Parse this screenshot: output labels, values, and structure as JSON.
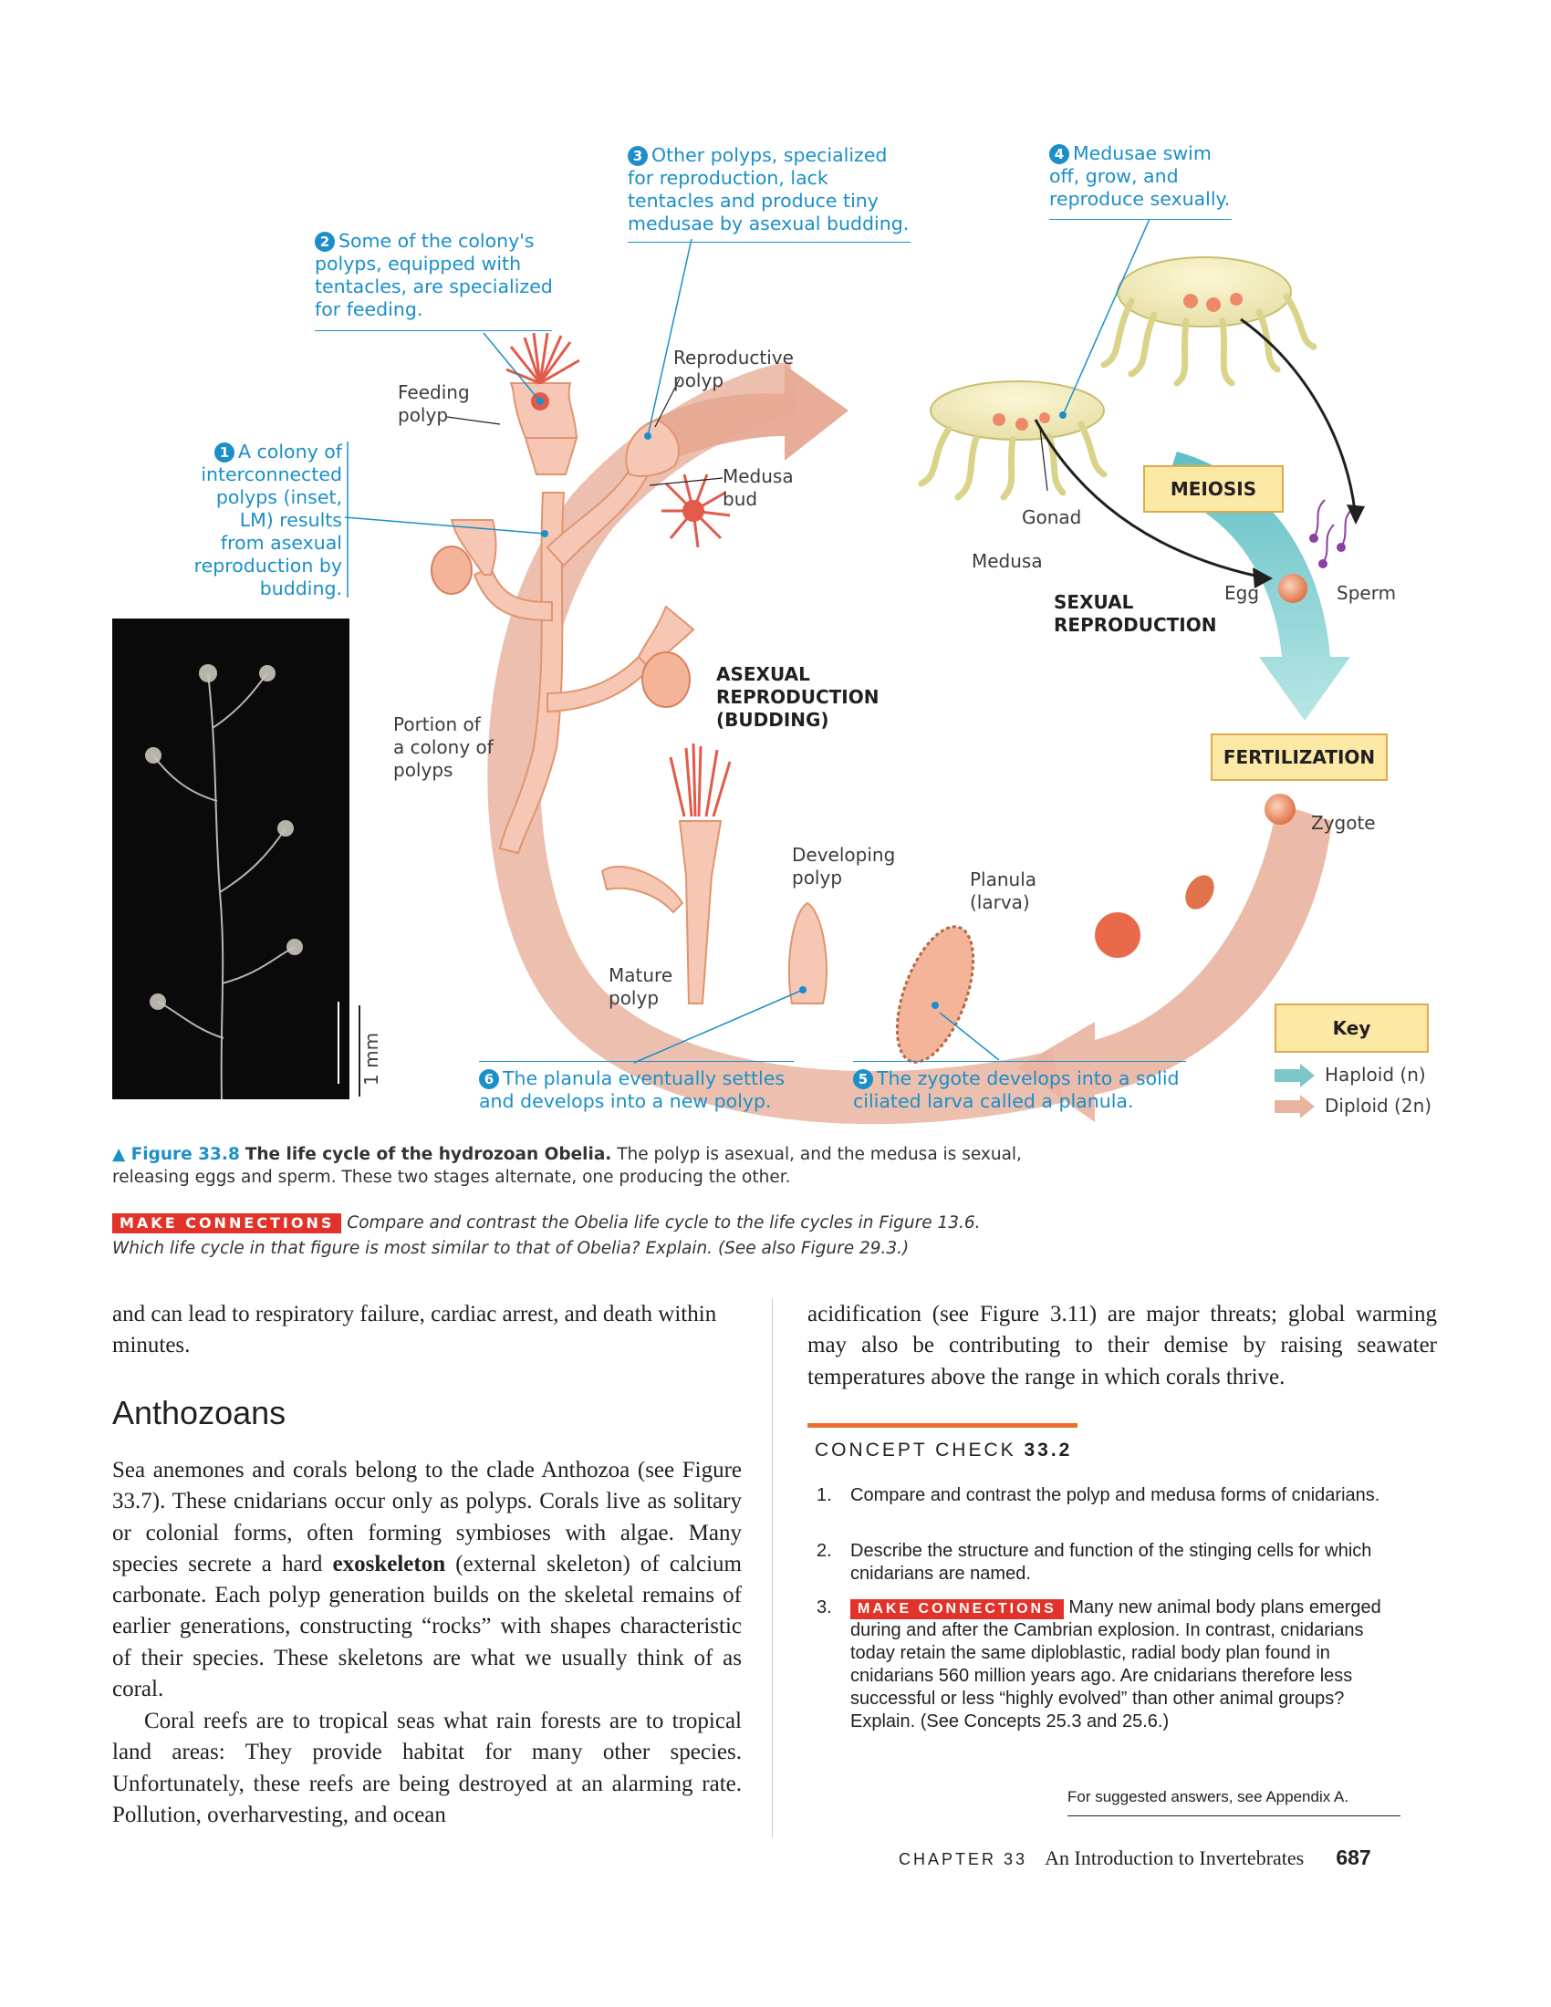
{
  "steps": {
    "s1": {
      "num": "1",
      "text": "A colony of interconnected polyps (inset, LM) results from asexual reproduction by budding."
    },
    "s2": {
      "num": "2",
      "text": "Some of the colony's polyps, equipped with tentacles, are specialized for feeding."
    },
    "s3": {
      "num": "3",
      "text": "Other polyps, specialized for reproduction, lack tentacles and produce tiny medusae by asexual budding."
    },
    "s4": {
      "num": "4",
      "text": "Medusae swim off, grow, and reproduce sexually."
    },
    "s5": {
      "num": "5",
      "text": "The zygote develops into a solid ciliated larva called a planula."
    },
    "s6": {
      "num": "6",
      "text": "The planula eventually settles and develops into a new polyp."
    }
  },
  "labels": {
    "feeding_polyp": "Feeding polyp",
    "reproductive_polyp": "Reproductive polyp",
    "medusa_bud": "Medusa bud",
    "gonad": "Gonad",
    "medusa": "Medusa",
    "egg": "Egg",
    "sperm": "Sperm",
    "sexual_reproduction": "SEXUAL REPRODUCTION",
    "asexual_reproduction": "ASEXUAL REPRODUCTION (BUDDING)",
    "portion_colony": "Portion of a colony of polyps",
    "zygote": "Zygote",
    "developing_polyp": "Developing polyp",
    "planula": "Planula (larva)",
    "mature_polyp": "Mature polyp",
    "scale_bar": "1 mm",
    "meiosis": "MEIOSIS",
    "fertilization": "FERTILIZATION"
  },
  "key": {
    "title": "Key",
    "haploid": "Haploid (n)",
    "diploid": "Diploid (2n)",
    "haploid_color": "#7dc7c9",
    "diploid_color": "#e8b4a0"
  },
  "caption": {
    "fig_label": "▲ Figure 33.8",
    "title": "The life cycle of the hydrozoan Obelia.",
    "text": "The polyp is asexual, and the medusa is sexual, releasing eggs and sperm. These two stages alternate, one producing the other.",
    "mc_tag": "MAKE CONNECTIONS",
    "mc_text": "Compare and contrast the Obelia life cycle to the life cycles in Figure 13.6. Which life cycle in that figure is most similar to that of Obelia? Explain. (See also Figure 29.3.)"
  },
  "left_col": {
    "p_top": "and can lead to respiratory failure, cardiac arrest, and death within minutes.",
    "heading": "Anthozoans",
    "p1_before": "Sea anemones and corals belong to the clade Anthozoa (see Figure 33.7). These cnidarians occur only as polyps. Corals live as solitary or colonial forms, often forming symbioses with algae. Many species secrete a hard ",
    "p1_bold": "exoskeleton",
    "p1_after": " (external skeleton) of calcium carbonate. Each polyp generation builds on the skeletal remains of earlier generations, constructing “rocks” with shapes characteristic of their species. These skeletons are what we usually think of as coral.",
    "p2": "Coral reefs are to tropical seas what rain forests are to tropical land areas: They provide habitat for many other species. Unfortunately, these reefs are being destroyed at an alarming rate. Pollution, overharvesting, and ocean"
  },
  "right_col": {
    "p_top": "acidification (see Figure 3.11) are major threats; global warming may also be contributing to their demise by raising seawater temperatures above the range in which corals thrive.",
    "cc_title": "CONCEPT CHECK",
    "cc_num": "33.2",
    "q1_num": "1.",
    "q1": "Compare and contrast the polyp and medusa forms of cnidarians.",
    "q2_num": "2.",
    "q2": "Describe the structure and function of the stinging cells for which cnidarians are named.",
    "q3_num": "3.",
    "q3_tag": "MAKE CONNECTIONS",
    "q3": "Many new animal body plans emerged during and after the Cambrian explosion. In contrast, cnidarians today retain the same diploblastic, radial body plan found in cnidarians 560 million years ago. Are cnidarians therefore less successful or less “highly evolved” than other animal groups? Explain. (See Concepts 25.3 and 25.6.)",
    "answers": "For suggested answers, see Appendix A."
  },
  "footer": {
    "chapter": "CHAPTER 33",
    "title": "An Introduction to Invertebrates",
    "page": "687"
  }
}
